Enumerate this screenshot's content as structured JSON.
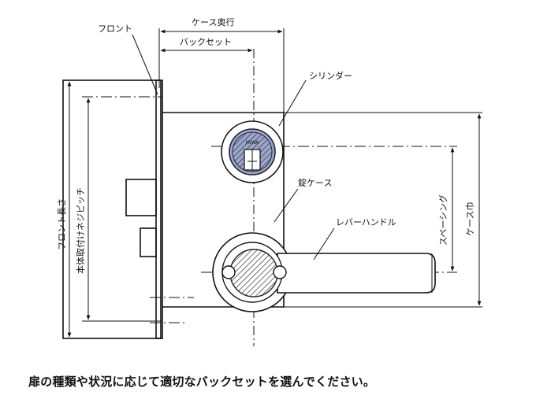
{
  "labels": {
    "front": "フロント",
    "case_depth": "ケース奥行",
    "backset": "バックセット",
    "cylinder": "シリンダー",
    "lock_case": "錠ケース",
    "lever_handle": "レバーハンドル",
    "spacing": "スペーシング",
    "case_width": "ケース巾",
    "front_length": "フロント長さ",
    "mounting_pitch": "本体取付けネジピッチ",
    "cylinder_brand": "MIWA"
  },
  "caption": "扉の種類や状況に応じて適切なバックセットを選んでください。"
}
